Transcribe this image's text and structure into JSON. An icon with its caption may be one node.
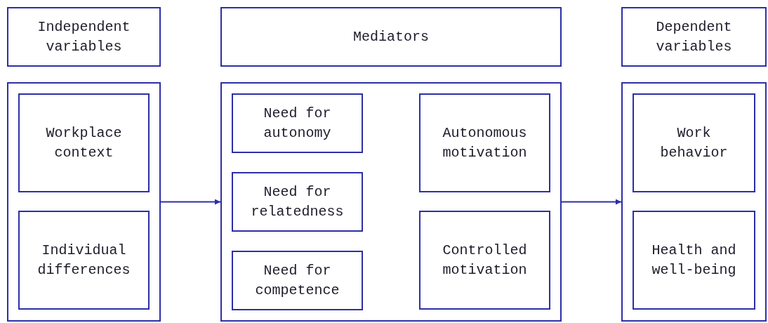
{
  "diagram": {
    "nodes": [
      {
        "text": [
          "Independent variables"
        ]
      },
      {
        "text": [
          "Mediators"
        ]
      },
      {
        "text": [
          "Dependent variables"
        ]
      },
      {
        "text": [],
        "shape": "box"
      },
      {
        "text": [
          "Workplace context"
        ],
        "in": 3
      },
      {
        "text": [
          "Individual differences"
        ],
        "in": 3
      },
      {
        "text": [],
        "shape": "box"
      },
      {
        "text": [
          "Need for autonomy"
        ],
        "in": 6
      },
      {
        "text": [
          "Autonomous motivation"
        ],
        "in": 6
      },
      {
        "text": [
          "Need for relatedness"
        ],
        "in": 6
      },
      {
        "text": [
          "Need for competence"
        ],
        "in": 6
      },
      {
        "text": [
          "Controlled motivation"
        ],
        "in": 6
      },
      {
        "text": [],
        "shape": "box"
      },
      {
        "text": [
          "Work behavior"
        ],
        "in": 12
      },
      {
        "text": [
          "Health and well-being"
        ],
        "in": 12
      }
    ],
    "edges": [
      {
        "from": 3,
        "to": 6,
        "arrow": "to"
      },
      {
        "from": 6,
        "to": 12,
        "arrow": "to"
      }
    ]
  }
}
